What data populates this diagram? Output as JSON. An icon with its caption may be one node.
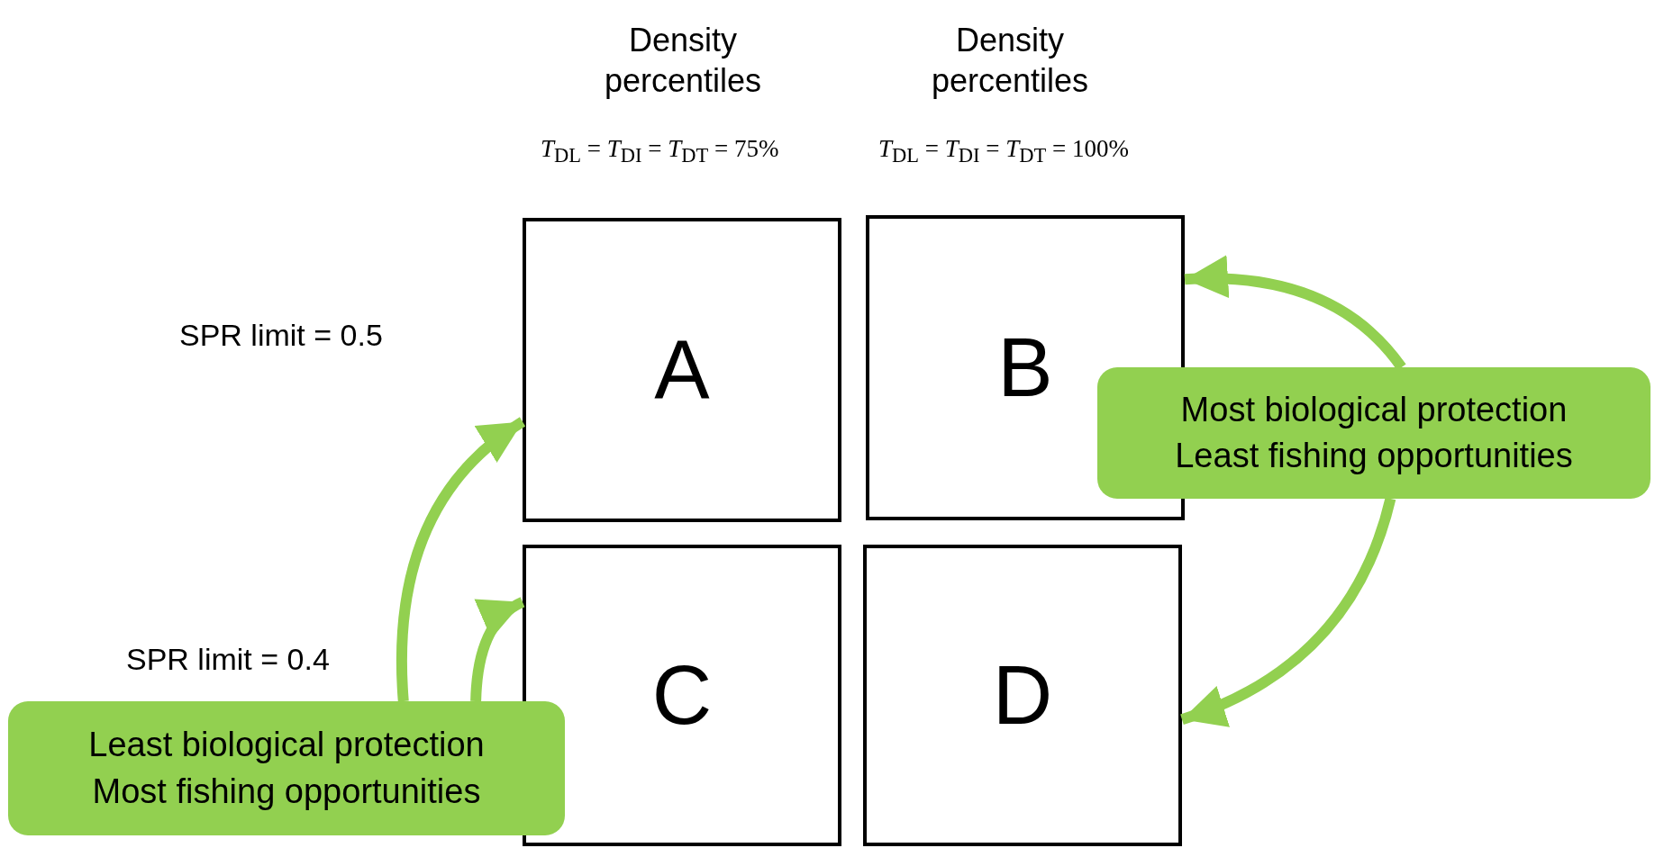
{
  "diagram": {
    "nodes": [
      {
        "text": [
          "A"
        ]
      },
      {
        "text": [
          "B"
        ]
      },
      {
        "text": [
          "Most biological protection Least fishing opportunities"
        ]
      },
      {
        "text": [
          "C"
        ]
      },
      {
        "text": [
          "D"
        ]
      },
      {
        "text": [
          "Least biological protection Most fishing opportunities"
        ]
      }
    ],
    "edges": [
      {
        "from": 5,
        "to": 0,
        "arrow": "to"
      },
      {
        "from": 5,
        "to": 3,
        "arrow": "to"
      },
      {
        "from": 2,
        "to": 1,
        "arrow": "to"
      },
      {
        "from": 2,
        "to": 4,
        "arrow": "to"
      }
    ],
    "labels": [
      "Density percentiles",
      "Density percentiles",
      "*T*$_{DL}$ = *T*$_{DI}$ = *T*$_{DT}$ = 75%",
      "*T*$_{DL}$ = *T*$_{DI}$ = *T*$_{DT}$ = 100%",
      "SPR limit = 0.5",
      "SPR limit = 0.4"
    ]
  }
}
